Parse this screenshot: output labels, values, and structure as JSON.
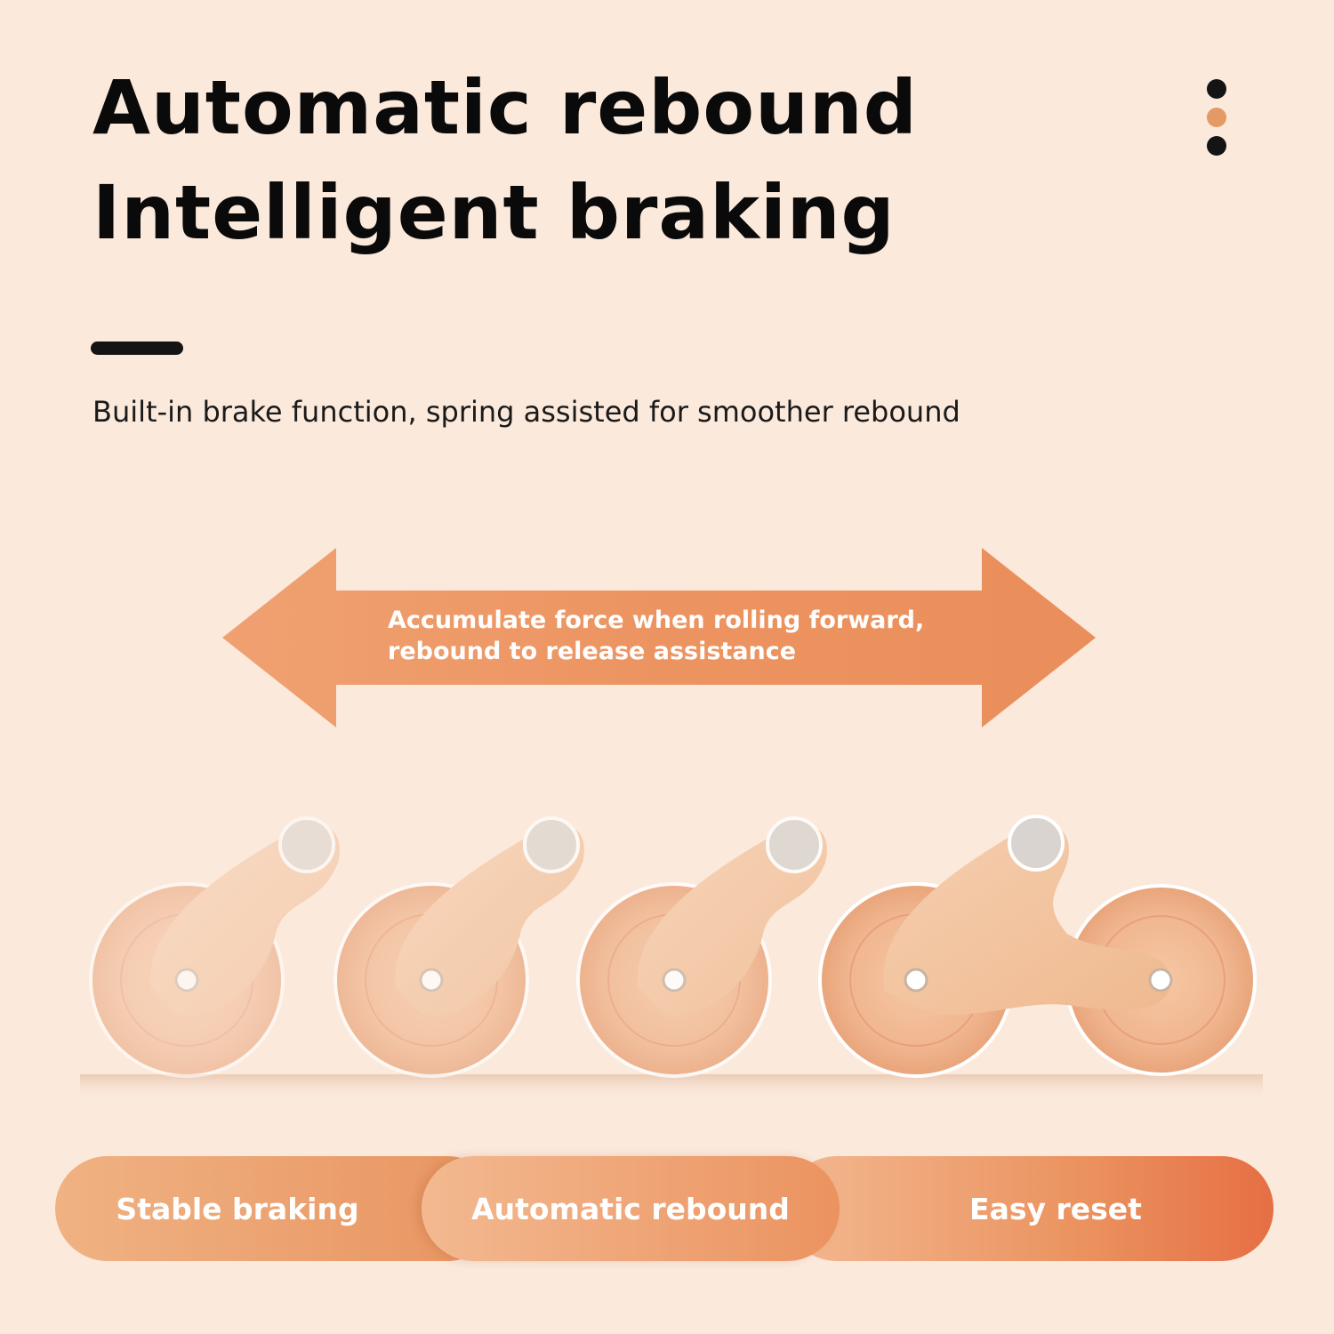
{
  "heading": {
    "line1": "Automatic rebound",
    "line2": "Intelligent braking"
  },
  "subtitle": "Built-in brake function, spring assisted for smoother rebound",
  "arrow_caption": {
    "line1": "Accumulate force when rolling forward,",
    "line2": "rebound to release assistance"
  },
  "features": [
    {
      "label": "Stable braking"
    },
    {
      "label": "Automatic rebound"
    },
    {
      "label": "Easy reset"
    }
  ],
  "colors": {
    "background": "#fbe9dc",
    "accent": "#e98f5b",
    "arrow": "#ec9563",
    "dot_dark": "#141414",
    "dot_accent": "#e39a65"
  },
  "icons": {
    "menu": "vertical-dots-icon",
    "arrow": "double-arrow-icon",
    "product": "ab-roller-wheel-icon"
  }
}
